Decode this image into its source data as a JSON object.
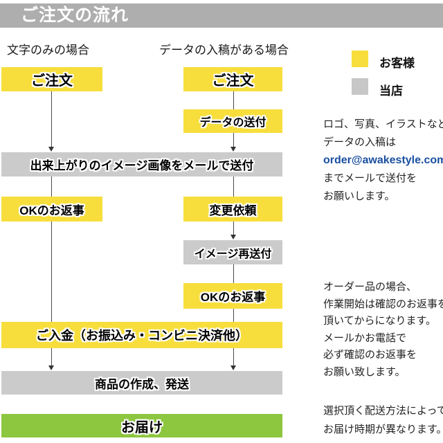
{
  "header": {
    "title": "ご注文の流れ"
  },
  "columns": {
    "left": "文字のみの場合",
    "right": "データの入稿がある場合"
  },
  "flow": {
    "order_left": "ご注文",
    "order_right": "ご注文",
    "data_send": "データの送付",
    "image_send": "出来上がりのイメージ画像をメールで送付",
    "ok_left": "OKのお返事",
    "change_request": "変更依頼",
    "image_resend": "イメージ再送付",
    "ok_right": "OKのお返事",
    "payment": "ご入金（お振込み・コンビニ決済他）",
    "create_ship": "商品の作成、発送",
    "delivery": "お届け"
  },
  "legend": {
    "customer_label": "お客様",
    "shop_label": "当店",
    "customer_color": "#f7de3c",
    "shop_color": "#c7c7c7"
  },
  "notes": {
    "block1": {
      "line1": "ロゴ、写真、イラストなど",
      "line2": "データの入稿は",
      "email": "order@awakestyle.com",
      "line4": "までメールで送付を",
      "line5": "お願いします。"
    },
    "block2": {
      "line1": "オーダー品の場合、",
      "line2": "作業開始は確認のお返事を",
      "line3": "頂いてからになります。",
      "line4": "メールかお電話で",
      "line5": "必ず確認のお返事を",
      "line6": "お願い致します。"
    },
    "block3": {
      "line1": "選択頂く配送方法によって",
      "line2": "お届け時期が異なります。"
    }
  },
  "colors": {
    "header_gray": "#aeaeae",
    "box_yellow": "#f7de3c",
    "box_gray": "#cbcbcb",
    "box_green": "#8dc63f",
    "email_blue": "#1a4fa0",
    "line_gray": "#4a4a4a"
  }
}
